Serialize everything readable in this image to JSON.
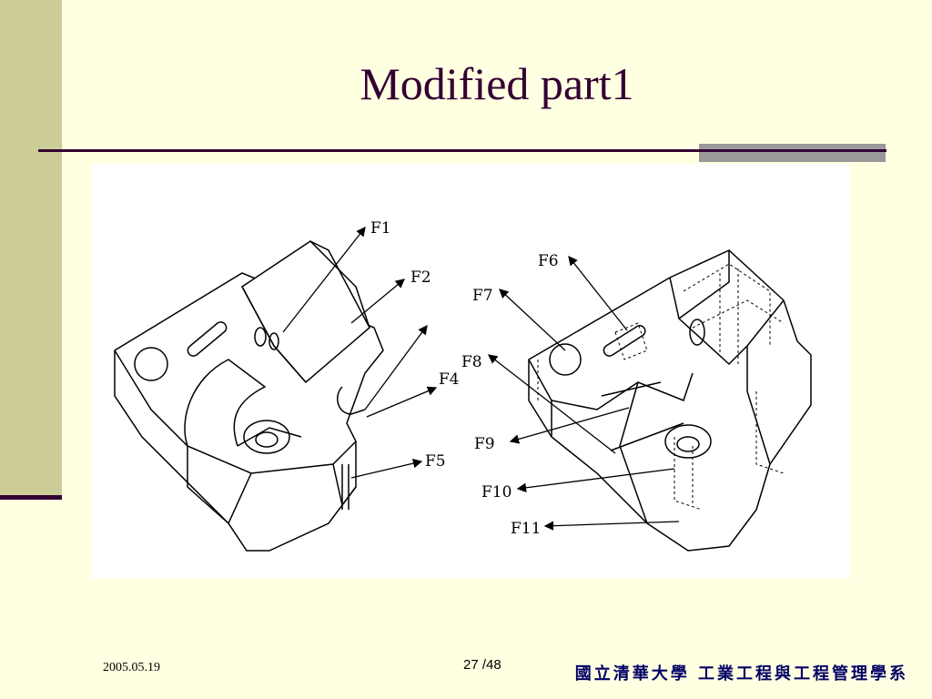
{
  "slide": {
    "title": "Modified part1"
  },
  "figure": {
    "labels": [
      "F1",
      "F2",
      "F4",
      "F5",
      "F6",
      "F7",
      "F8",
      "F9",
      "F10",
      "F11"
    ]
  },
  "footer": {
    "date": "2005.05.19",
    "page": "27 /48",
    "organization": "國立清華大學  工業工程與工程管理學系"
  }
}
